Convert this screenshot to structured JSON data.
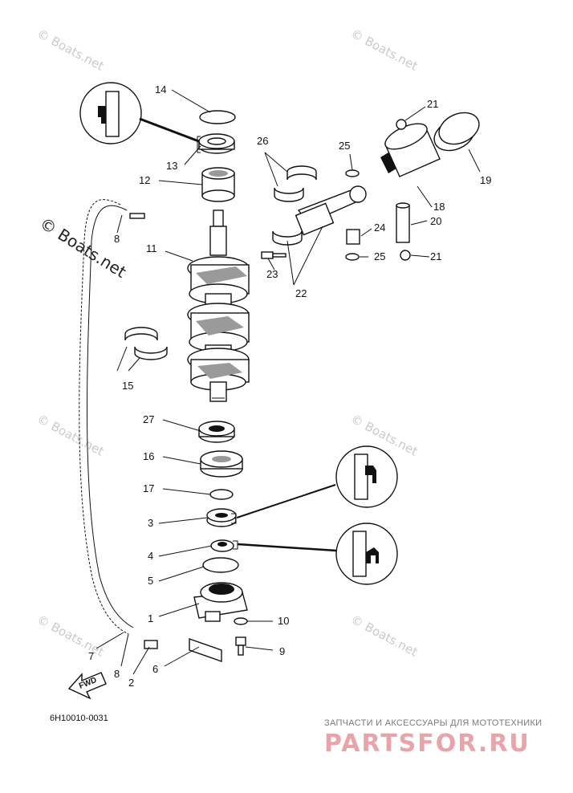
{
  "diagram_code": "6H10010-0031",
  "watermark_text": "© Boats.net",
  "fwd_label": "FWD",
  "brand": {
    "tagline": "ЗАПЧАСТИ И АКСЕССУАРЫ ДЛЯ МОТОТЕХНИКИ",
    "name": "PARTSFOR.RU"
  },
  "callouts": [
    {
      "id": "c1",
      "text": "1"
    },
    {
      "id": "c2",
      "text": "2"
    },
    {
      "id": "c3",
      "text": "3"
    },
    {
      "id": "c4",
      "text": "4"
    },
    {
      "id": "c5",
      "text": "5"
    },
    {
      "id": "c6",
      "text": "6"
    },
    {
      "id": "c7",
      "text": "7"
    },
    {
      "id": "c8a",
      "text": "8"
    },
    {
      "id": "c8b",
      "text": "8"
    },
    {
      "id": "c9",
      "text": "9"
    },
    {
      "id": "c10",
      "text": "10"
    },
    {
      "id": "c11",
      "text": "11"
    },
    {
      "id": "c12",
      "text": "12"
    },
    {
      "id": "c13",
      "text": "13"
    },
    {
      "id": "c14",
      "text": "14"
    },
    {
      "id": "c15",
      "text": "15"
    },
    {
      "id": "c16",
      "text": "16"
    },
    {
      "id": "c17",
      "text": "17"
    },
    {
      "id": "c18",
      "text": "18"
    },
    {
      "id": "c19",
      "text": "19"
    },
    {
      "id": "c20",
      "text": "20"
    },
    {
      "id": "c21a",
      "text": "21"
    },
    {
      "id": "c21b",
      "text": "21"
    },
    {
      "id": "c22",
      "text": "22"
    },
    {
      "id": "c23",
      "text": "23"
    },
    {
      "id": "c24",
      "text": "24"
    },
    {
      "id": "c25a",
      "text": "25"
    },
    {
      "id": "c25b",
      "text": "25"
    },
    {
      "id": "c26",
      "text": "26"
    },
    {
      "id": "c27",
      "text": "27"
    }
  ],
  "colors": {
    "ink": "#111111",
    "watermark": "#c9c9c9",
    "brand": "#e8a4a8"
  }
}
